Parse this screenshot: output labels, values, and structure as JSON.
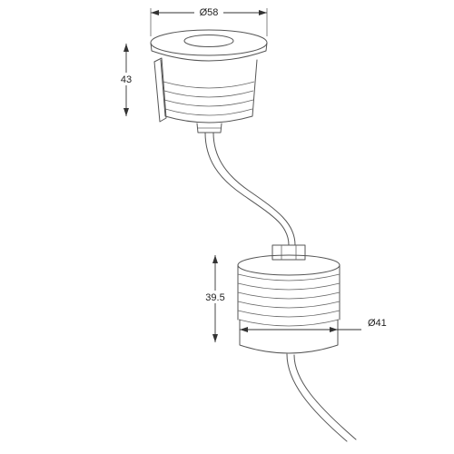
{
  "dimensions": {
    "lamp_diameter": "Ø58",
    "lamp_height": "43",
    "housing_height": "39.5",
    "housing_diameter": "Ø41"
  },
  "colors": {
    "line": "#555555",
    "dimension": "#333333",
    "background": "#ffffff"
  }
}
